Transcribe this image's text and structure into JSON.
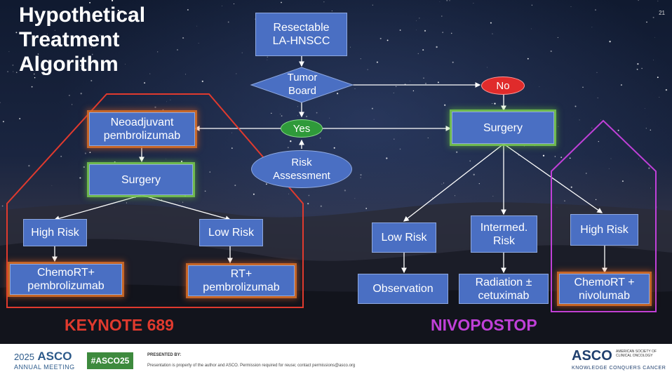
{
  "slide": {
    "title_lines": [
      "Hypothetical",
      "Treatment",
      "Algorithm"
    ],
    "slide_number": "21"
  },
  "nodes": {
    "start": "Resectable\nLA-HNSCC",
    "tumor_board": "Tumor\nBoard",
    "no": "No",
    "yes": "Yes",
    "risk_assessment": "Risk\nAssessment",
    "neoadjuvant": "Neoadjuvant\npembrolizumab",
    "surgery_left": "Surgery",
    "high_risk_left": "High Risk",
    "low_risk_left": "Low Risk",
    "chemort_pembro": "ChemoRT+\npembrolizumab",
    "rt_pembro": "RT+\npembrolizumab",
    "surgery_right": "Surgery",
    "low_risk_right": "Low Risk",
    "intermed_risk": "Intermed.\nRisk",
    "high_risk_right": "High Risk",
    "observation": "Observation",
    "radiation_cetux": "Radiation ±\ncetuximab",
    "chemort_nivo": "ChemoRT +\nnivolumab"
  },
  "trial_labels": {
    "keynote": "KEYNOTE 689",
    "nivopostop": "NIVOPOSTOP"
  },
  "colors": {
    "box_fill": "#4a6fc3",
    "keynote_red": "#e03a2e",
    "nivopostop_purple": "#c040d8",
    "no_red": "#e02b2b",
    "yes_green": "#2f9a3a"
  },
  "footer": {
    "year": "2025",
    "asco": "ASCO",
    "meeting": "ANNUAL MEETING",
    "hashtag": "#ASCO25",
    "presented_by": "PRESENTED BY:",
    "note": "Presentation is property of the author and ASCO. Permission required for reuse; contact permissions@asco.org",
    "logo": "ASCO",
    "society": "AMERICAN SOCIETY OF CLINICAL ONCOLOGY",
    "tagline": "KNOWLEDGE CONQUERS CANCER"
  }
}
